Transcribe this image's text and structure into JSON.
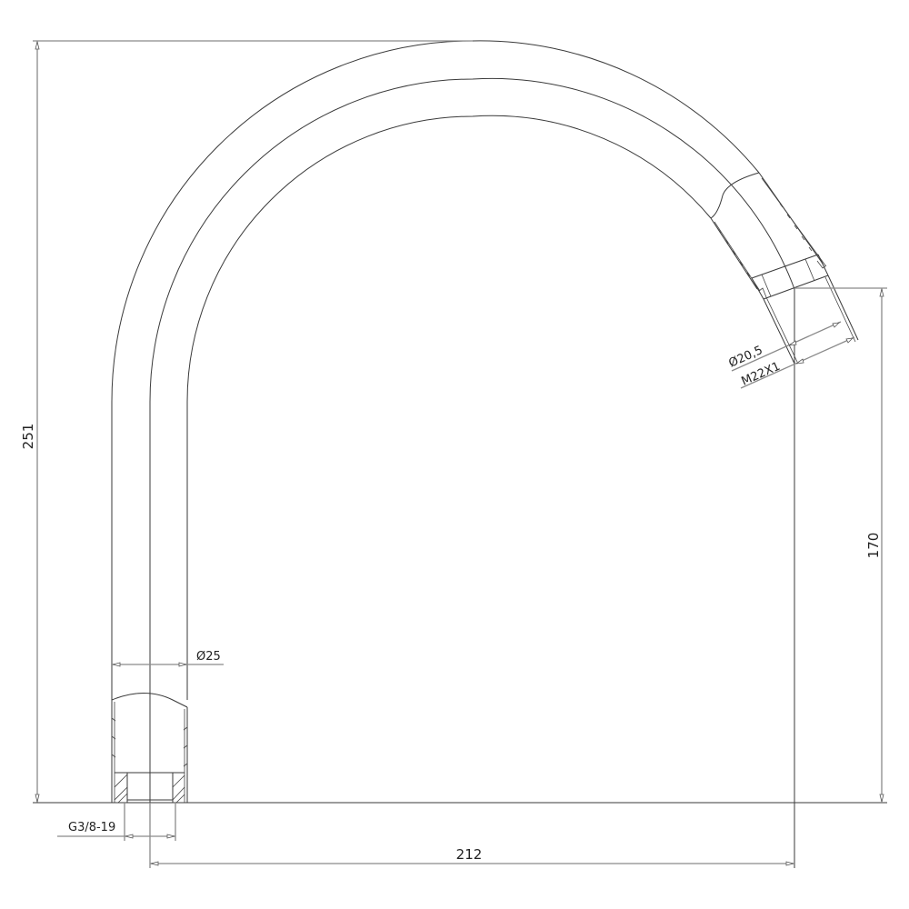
{
  "drawing": {
    "subject": "faucet spout technical drawing",
    "dimensions": {
      "overall_height": "251",
      "outlet_height": "170",
      "reach": "212",
      "tube_diameter": "Ø25",
      "outlet_inner_diameter": "Ø20,5",
      "outlet_thread": "M22X1",
      "inlet_thread": "G3/8-19"
    },
    "colors": {
      "line": "#3a3a3a",
      "dimension_line": "#8a8a8a",
      "background": "#ffffff"
    }
  }
}
